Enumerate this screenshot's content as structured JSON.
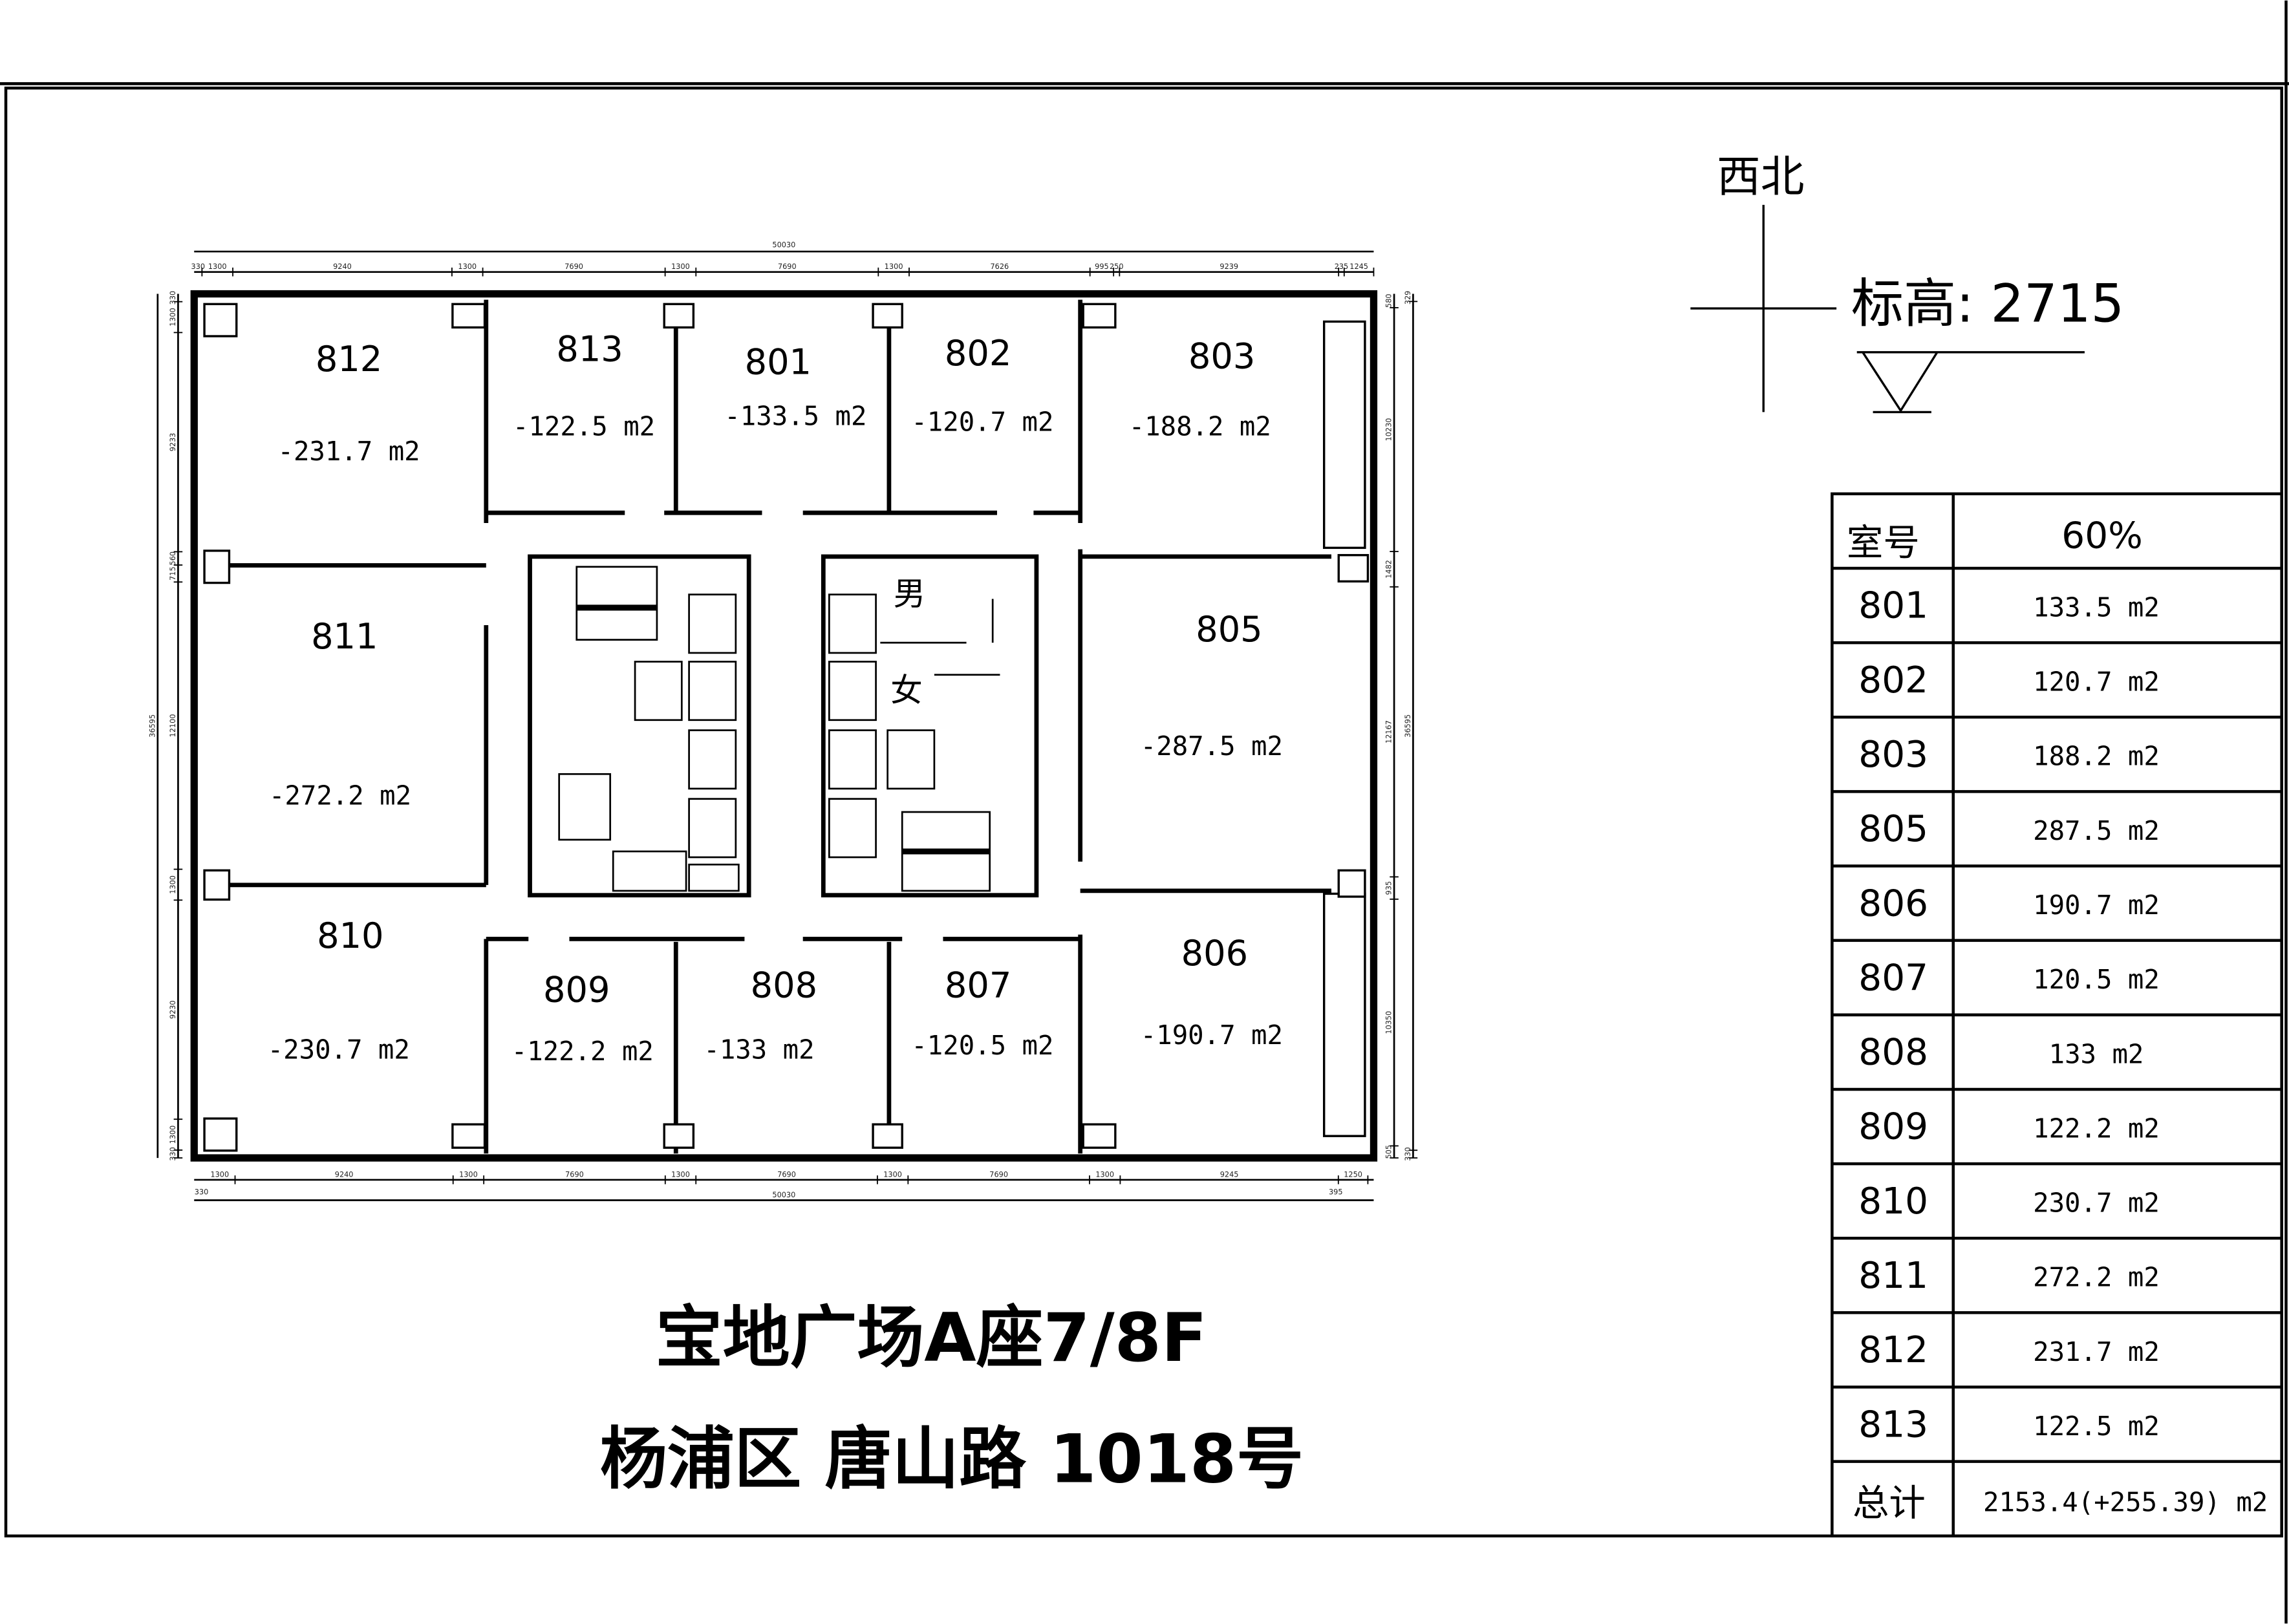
{
  "orientation": "西北",
  "elevation_label": "标高: 2715",
  "title_line1": "宝地广场A座7/8F",
  "title_line2": "杨浦区 唐山路 1018号",
  "restroom_male": "男",
  "restroom_female": "女",
  "rooms": [
    {
      "no": "812",
      "area": "-231.7 m2"
    },
    {
      "no": "813",
      "area": "-122.5 m2"
    },
    {
      "no": "801",
      "area": "-133.5 m2"
    },
    {
      "no": "802",
      "area": "-120.7 m2"
    },
    {
      "no": "803",
      "area": "-188.2 m2"
    },
    {
      "no": "811",
      "area": "-272.2 m2"
    },
    {
      "no": "805",
      "area": "-287.5 m2"
    },
    {
      "no": "810",
      "area": "-230.7 m2"
    },
    {
      "no": "809",
      "area": "-122.2 m2"
    },
    {
      "no": "808",
      "area": "-133 m2"
    },
    {
      "no": "807",
      "area": "-120.5 m2"
    },
    {
      "no": "806",
      "area": "-190.7 m2"
    }
  ],
  "table": {
    "header_room": "室号",
    "header_ratio": "60%",
    "rows": [
      {
        "no": "801",
        "area": "133.5 m2"
      },
      {
        "no": "802",
        "area": "120.7 m2"
      },
      {
        "no": "803",
        "area": "188.2 m2"
      },
      {
        "no": "805",
        "area": "287.5 m2"
      },
      {
        "no": "806",
        "area": "190.7 m2"
      },
      {
        "no": "807",
        "area": "120.5 m2"
      },
      {
        "no": "808",
        "area": "133 m2"
      },
      {
        "no": "809",
        "area": "122.2 m2"
      },
      {
        "no": "810",
        "area": "230.7 m2"
      },
      {
        "no": "811",
        "area": "272.2 m2"
      },
      {
        "no": "812",
        "area": "231.7 m2"
      },
      {
        "no": "813",
        "area": "122.5 m2"
      }
    ],
    "total_label": "总计",
    "total_value": "2153.4(+255.39) m2"
  },
  "dimensions": {
    "top_total": "50030",
    "top_segments": [
      "330",
      "1300",
      "9240",
      "1300",
      "7690",
      "1300",
      "7690",
      "1300",
      "7626",
      "995",
      "250",
      "9239",
      "235",
      "1245"
    ],
    "bottom_segments": [
      "1300",
      "9240",
      "1300",
      "7690",
      "1300",
      "7690",
      "1300",
      "7690",
      "1300",
      "9245",
      "1250"
    ],
    "bottom_extra": [
      "330",
      "395"
    ],
    "bottom_total": "50030",
    "left_total": "36595",
    "left_segments": [
      "330",
      "1300",
      "9233",
      "560",
      "715",
      "12100",
      "1300",
      "9230",
      "1300",
      "330"
    ],
    "right_segments": [
      "580",
      "10230",
      "1482",
      "12167",
      "935",
      "10350",
      "505"
    ],
    "right_outer": [
      "329",
      "36595",
      "330"
    ]
  }
}
